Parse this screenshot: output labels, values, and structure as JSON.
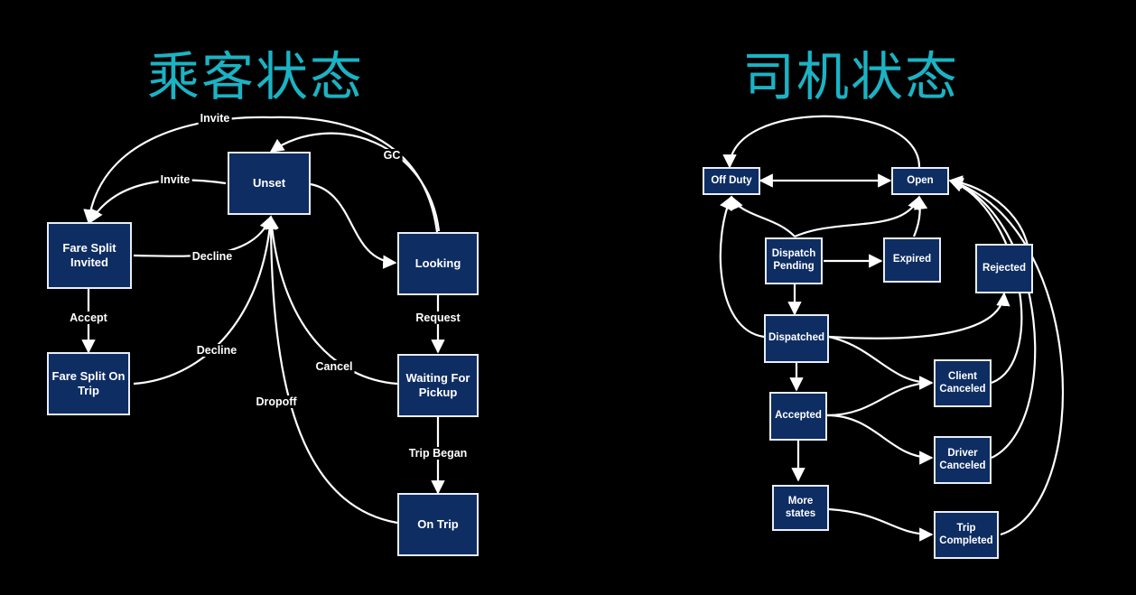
{
  "titles": {
    "passenger": "乘客状态",
    "driver": "司机状态"
  },
  "passenger": {
    "nodes": {
      "unset": "Unset",
      "fare_split_invited": "Fare Split Invited",
      "fare_split_on_trip": "Fare Split On Trip",
      "looking": "Looking",
      "waiting_for_pickup": "Waiting For Pickup",
      "on_trip": "On Trip"
    },
    "labels": {
      "invite_top": "Invite",
      "invite_mid": "Invite",
      "gc": "GC",
      "decline_1": "Decline",
      "accept": "Accept",
      "decline_2": "Decline",
      "cancel": "Cancel",
      "request": "Request",
      "dropoff": "Dropoff",
      "trip_began": "Trip Began"
    }
  },
  "driver": {
    "nodes": {
      "off_duty": "Off Duty",
      "open": "Open",
      "dispatch_pending": "Dispatch Pending",
      "expired": "Expired",
      "rejected": "Rejected",
      "dispatched": "Dispatched",
      "accepted": "Accepted",
      "client_canceled": "Client Canceled",
      "driver_canceled": "Driver Canceled",
      "more_states": "More states",
      "trip_completed": "Trip Completed"
    }
  }
}
